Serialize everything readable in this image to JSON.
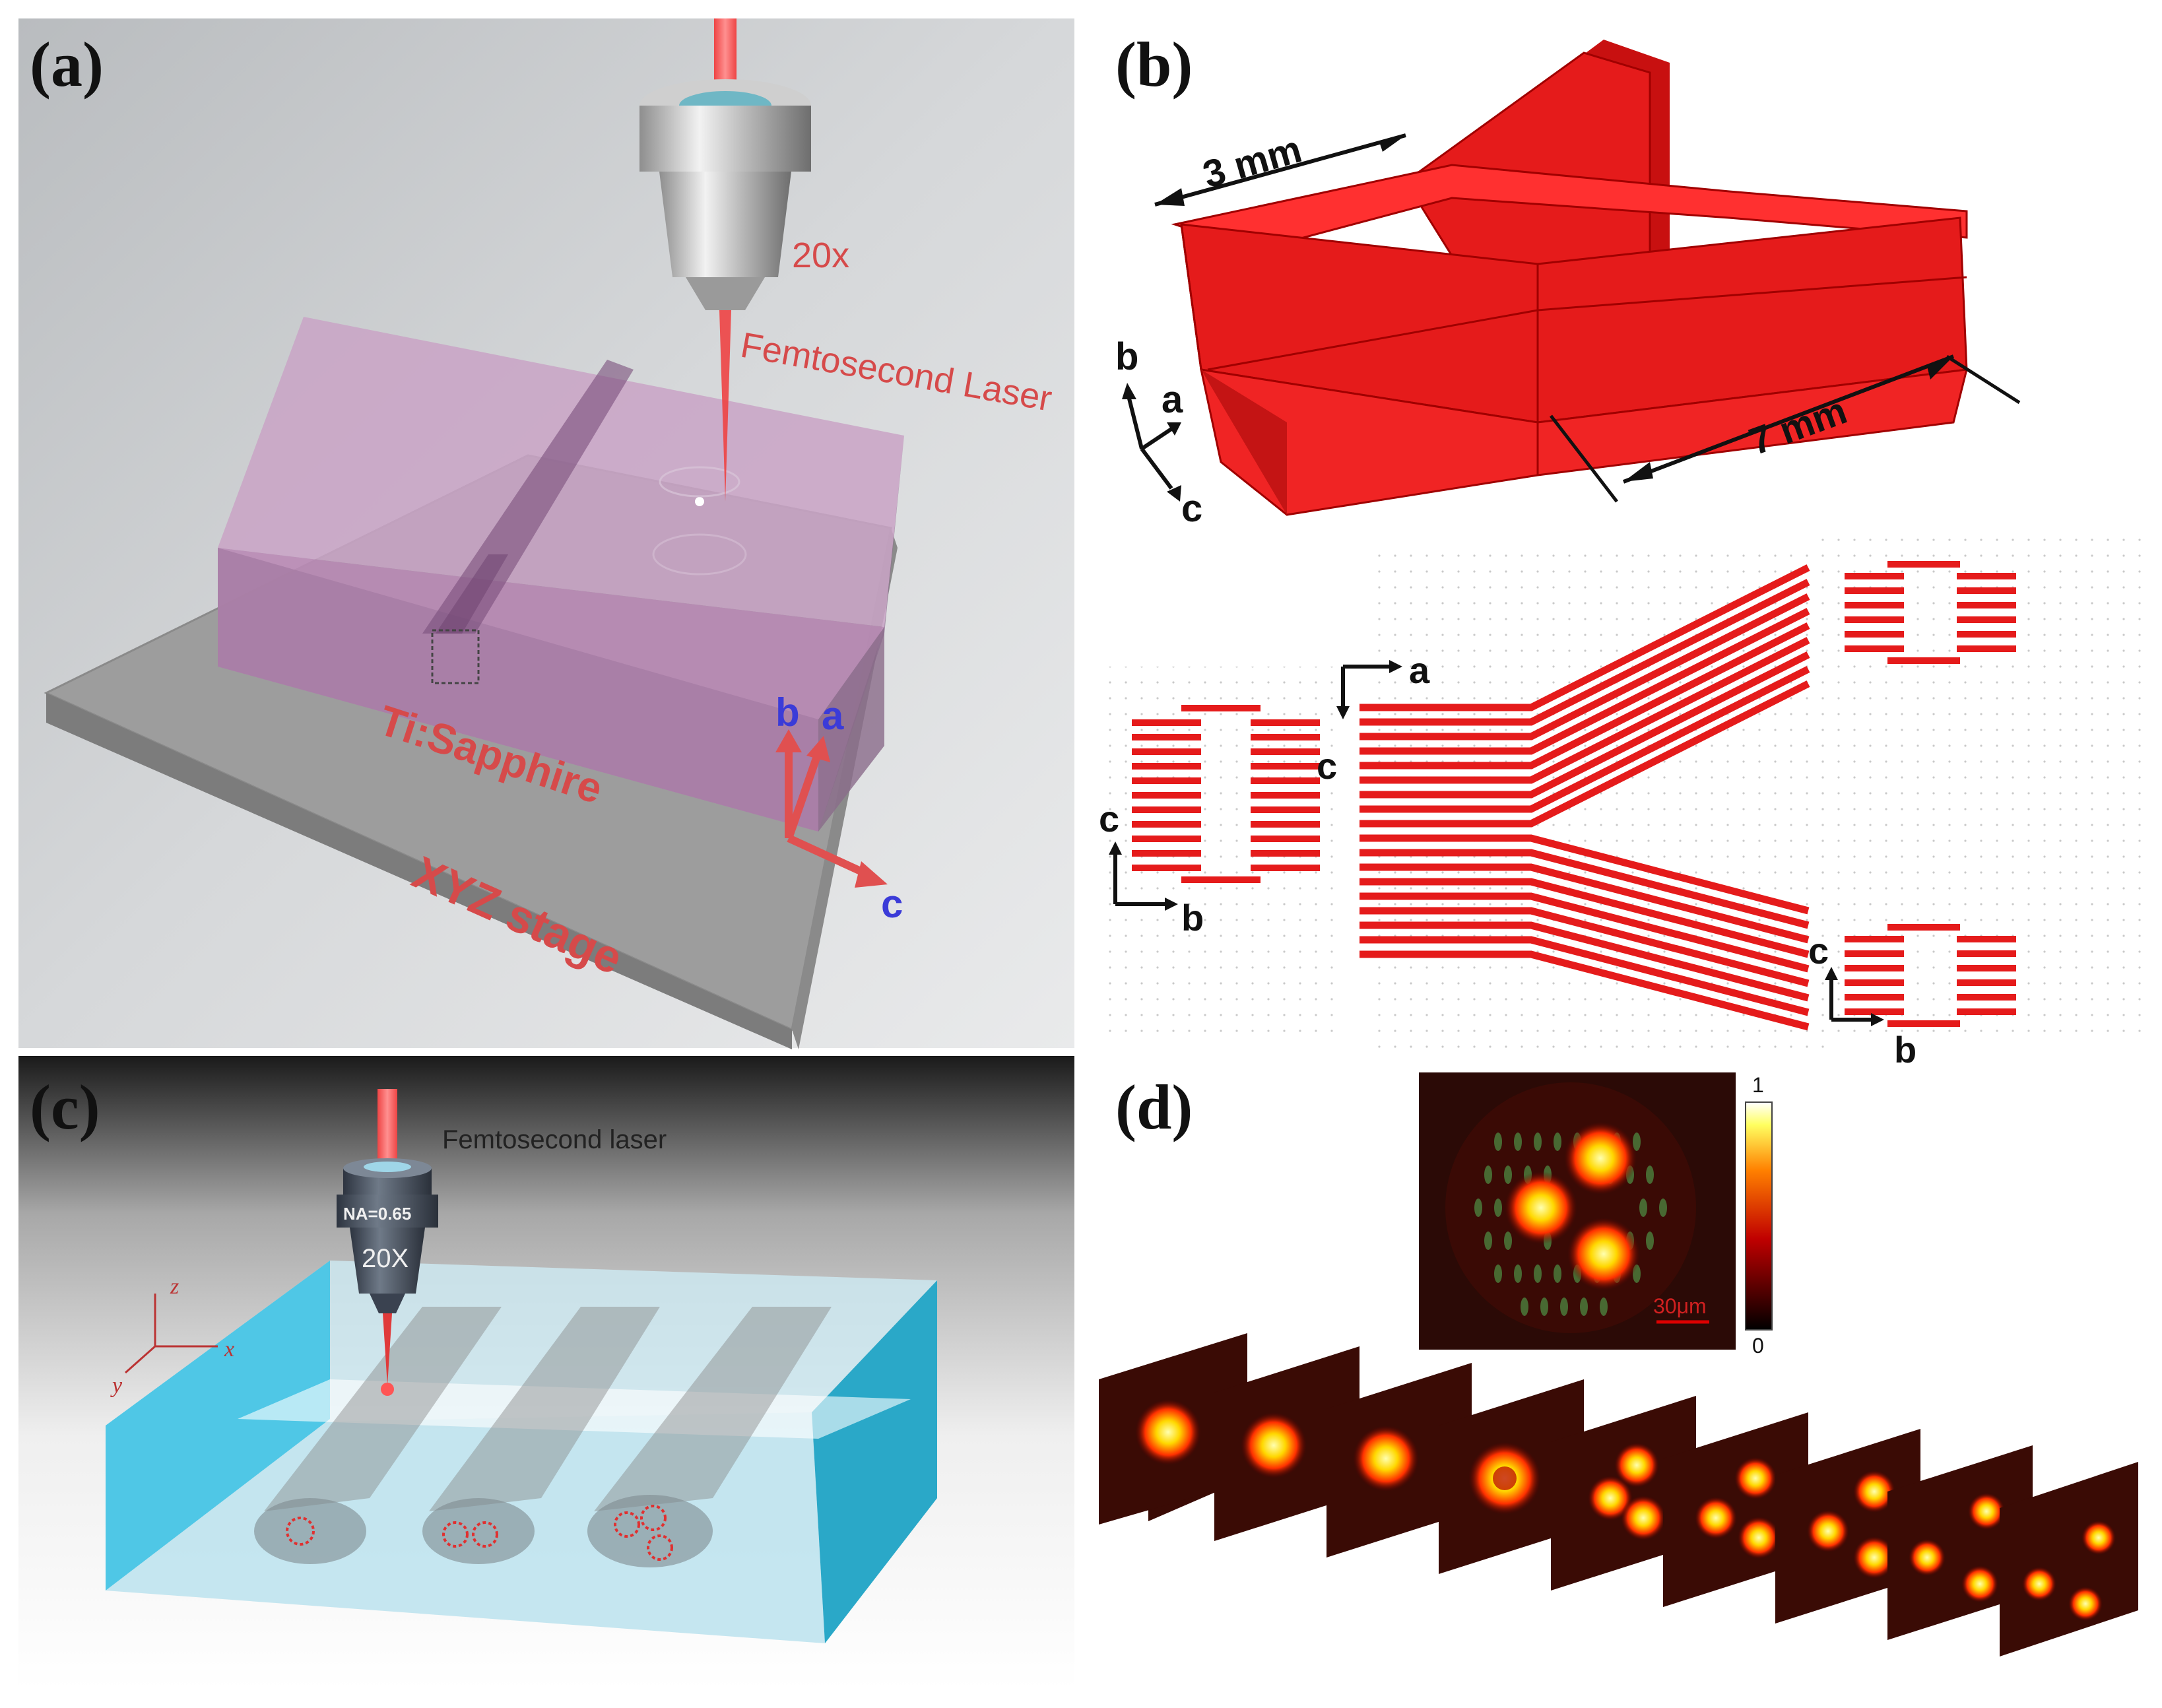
{
  "panels": {
    "a": {
      "label": "(a)",
      "objective_mag": "20x",
      "laser_label": "Femtosecond Laser",
      "crystal_label": "Ti:Sapphire",
      "stage_label": "XYZ stage",
      "axes": [
        "b",
        "a",
        "c"
      ]
    },
    "b": {
      "label": "(b)",
      "dim_short": "3 mm",
      "dim_long": "7 mm",
      "axes_3d": [
        "b",
        "a",
        "c"
      ],
      "axes_left": [
        "c",
        "b"
      ],
      "axes_center": [
        "a",
        "c"
      ],
      "axes_right": [
        "c",
        "b"
      ]
    },
    "c": {
      "label": "(c)",
      "laser_label": "Femtosecond laser",
      "na_label": "NA=0.65",
      "objective_mag": "20X",
      "axes": [
        "z",
        "x",
        "y"
      ]
    },
    "d": {
      "label": "(d)",
      "scale_bar": "30μm",
      "colorbar_max": "1",
      "colorbar_min": "0"
    }
  },
  "colors": {
    "waveguide_red": "#e51b1b",
    "laser_red": "#e03a3a",
    "crystal_pink": "#b98ab5",
    "stage_gray": "#9a9a9a",
    "glass_cyan": "#4fc7e6"
  }
}
